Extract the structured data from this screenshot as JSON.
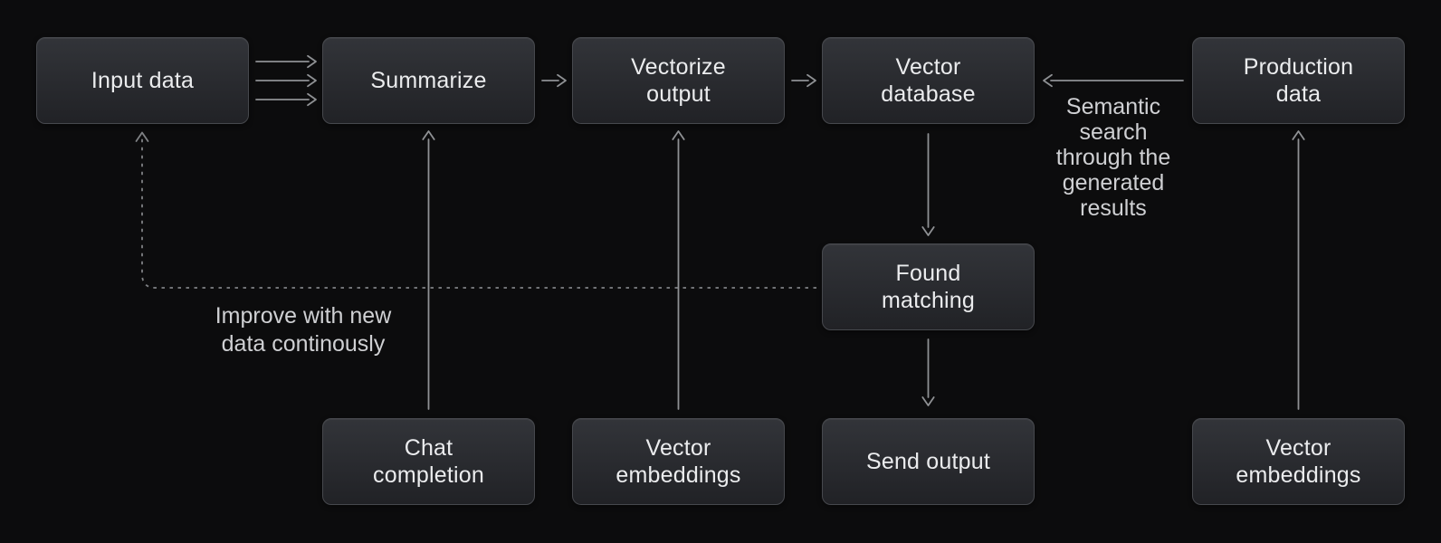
{
  "theme": {
    "background": "#0c0c0d",
    "box_fill_top": "#323439",
    "box_fill_bottom": "#212226",
    "box_border": "#46484d",
    "box_text": "#ebecee",
    "annotation_text": "#cfd0d3",
    "arrow": "#8f9194",
    "dashed_arrow": "#7f8184"
  },
  "nodes": [
    {
      "id": "input-data",
      "label": "Input data"
    },
    {
      "id": "summarize",
      "label": "Summarize"
    },
    {
      "id": "vectorize-output",
      "label": "Vectorize output"
    },
    {
      "id": "vector-database",
      "label": "Vector database"
    },
    {
      "id": "production-data",
      "label": "Production data"
    },
    {
      "id": "found-matching",
      "label": "Found matching"
    },
    {
      "id": "chat-completion",
      "label": "Chat completion"
    },
    {
      "id": "vector-embeddings-middle",
      "label": "Vector embeddings"
    },
    {
      "id": "send-output",
      "label": "Send output"
    },
    {
      "id": "vector-embeddings-right",
      "label": "Vector embeddings"
    }
  ],
  "annotations": [
    {
      "id": "semantic-search-note",
      "text": "Semantic search through the generated results"
    },
    {
      "id": "improve-note",
      "text": "Improve with new data continously"
    }
  ],
  "edges": [
    {
      "from": "input-data",
      "to": "summarize",
      "style": "triple-solid"
    },
    {
      "from": "summarize",
      "to": "vectorize-output",
      "style": "solid"
    },
    {
      "from": "vectorize-output",
      "to": "vector-database",
      "style": "solid"
    },
    {
      "from": "production-data",
      "to": "vector-database",
      "style": "solid",
      "label": "Semantic search through the generated results"
    },
    {
      "from": "vector-database",
      "to": "found-matching",
      "style": "solid"
    },
    {
      "from": "found-matching",
      "to": "send-output",
      "style": "solid"
    },
    {
      "from": "chat-completion",
      "to": "summarize",
      "style": "solid"
    },
    {
      "from": "vector-embeddings-middle",
      "to": "vectorize-output",
      "style": "solid"
    },
    {
      "from": "vector-embeddings-right",
      "to": "production-data",
      "style": "solid"
    },
    {
      "from": "found-matching",
      "to": "input-data",
      "style": "dashed",
      "label": "Improve with new data continously"
    }
  ]
}
